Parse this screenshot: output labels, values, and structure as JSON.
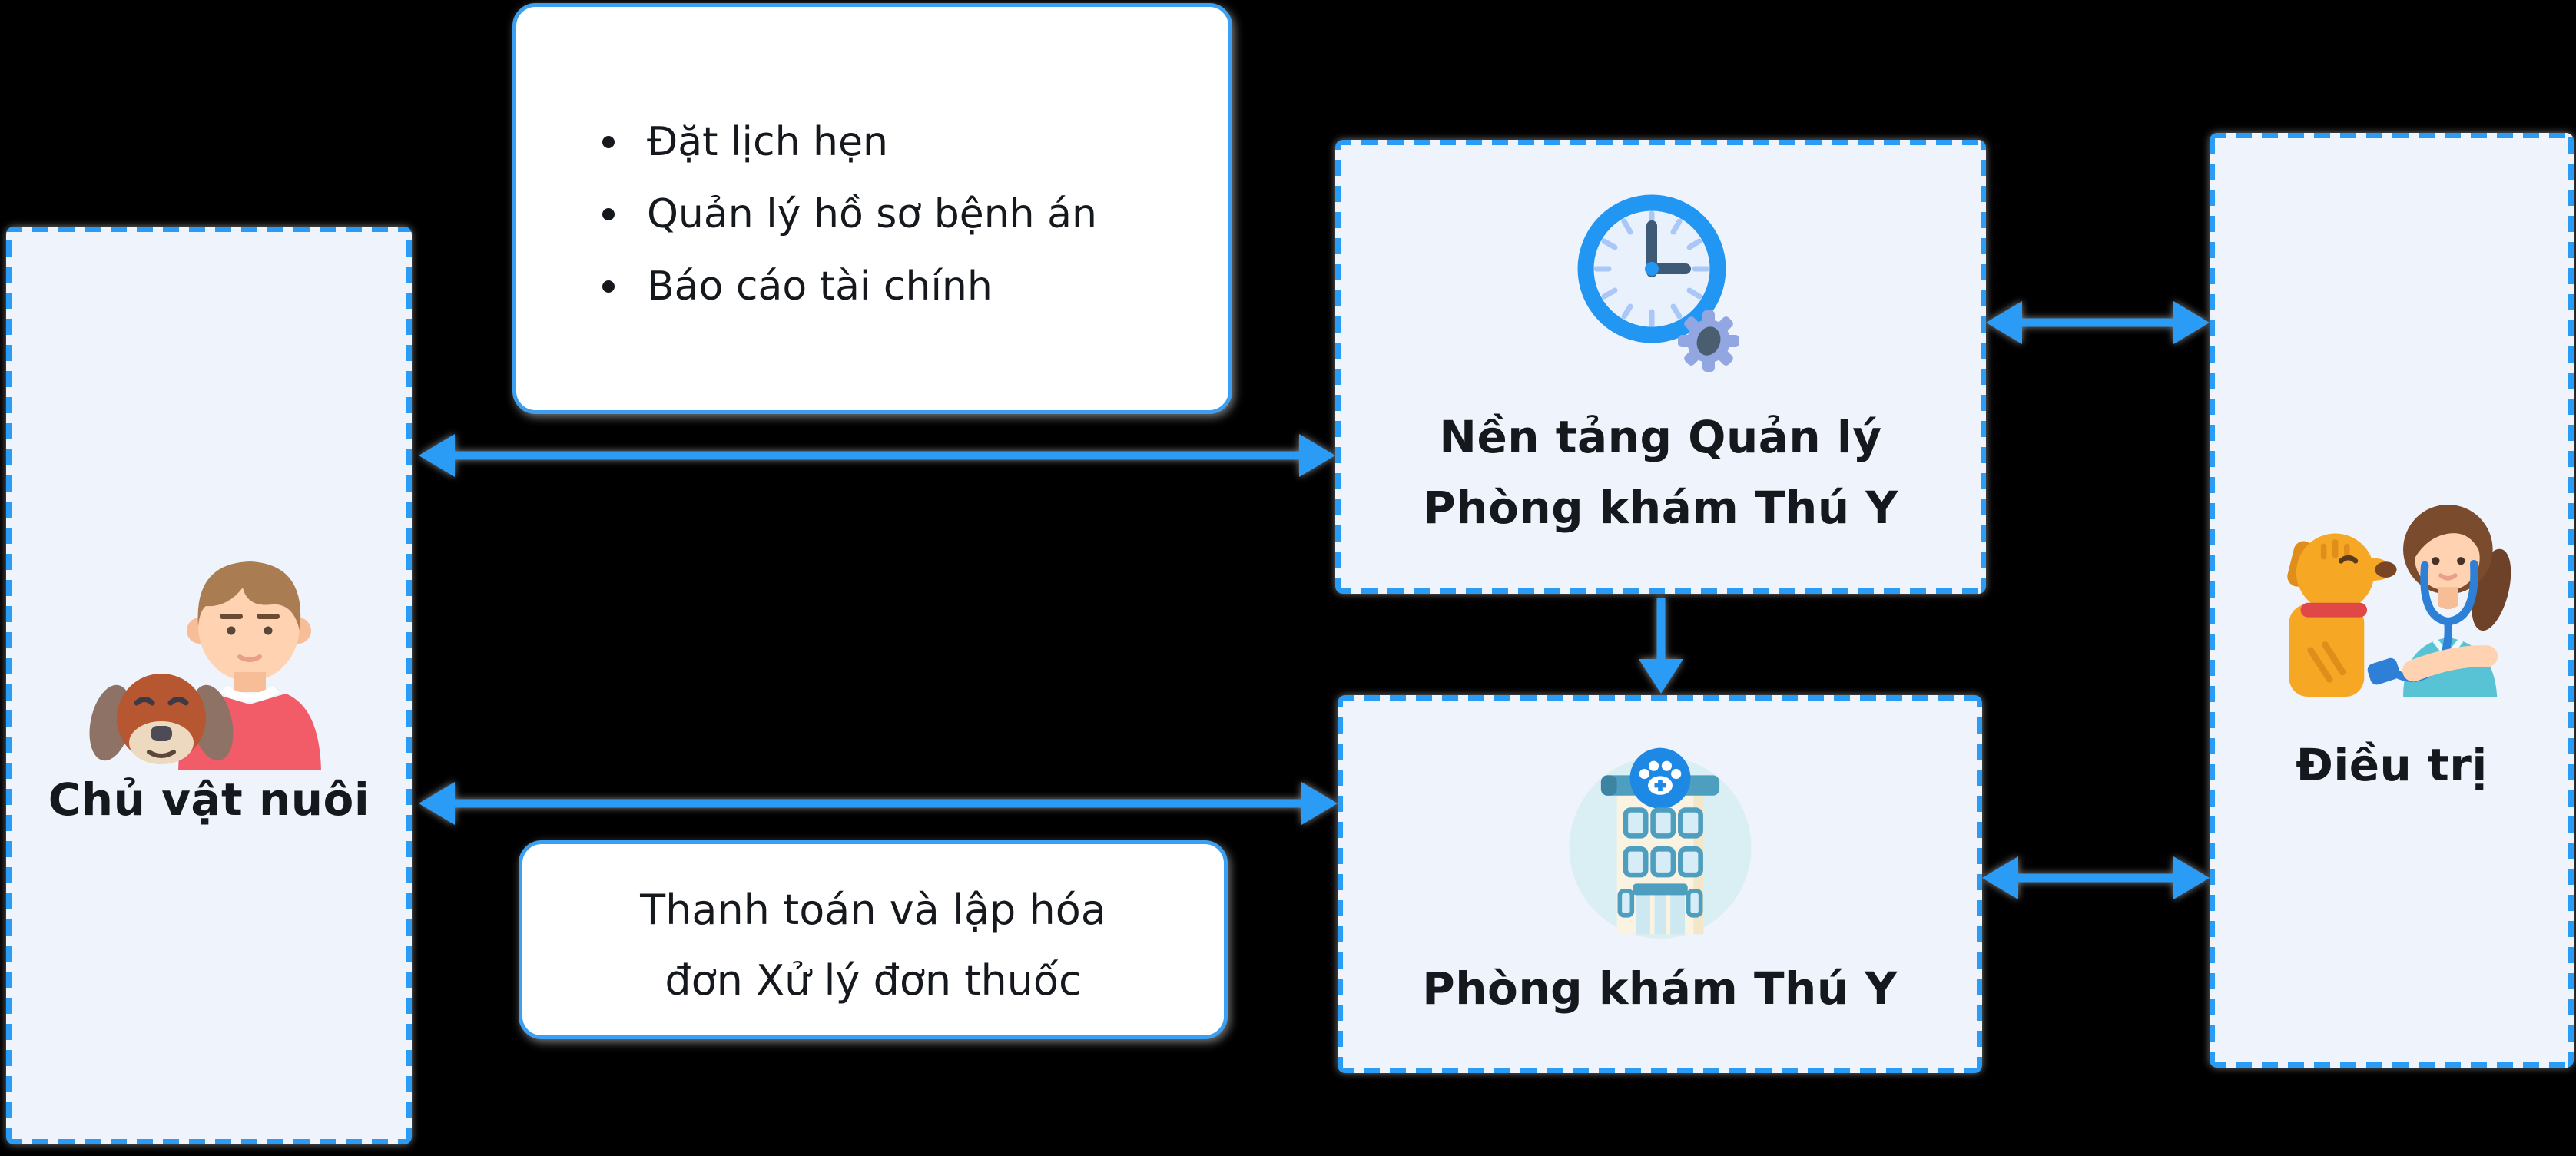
{
  "diagram": {
    "background": "#000000",
    "accent_blue": "#2b9cf5",
    "node_fill": "#eff3fb",
    "callout_fill": "#ffffff",
    "text_color": "#15181d",
    "nodes": {
      "pet_owner": {
        "label": "Chủ vật nuôi",
        "icon": "owner-with-dog-icon"
      },
      "platform": {
        "label_line1": "Nền tảng Quản lý",
        "label_line2": "Phòng khám Thú Y",
        "icon": "clock-gear-icon"
      },
      "clinic": {
        "label": "Phòng khám Thú Y",
        "icon": "clinic-building-icon"
      },
      "treatment": {
        "label": "Điều trị",
        "icon": "vet-with-dog-icon"
      }
    },
    "callouts": {
      "platform_features": {
        "items": [
          "Đặt lịch hẹn",
          "Quản lý hồ sơ bệnh án",
          "Báo cáo tài chính"
        ]
      },
      "billing": {
        "line1": "Thanh toán và lập hóa",
        "line2": "đơn Xử lý đơn thuốc"
      }
    },
    "connections": [
      {
        "from": "pet_owner",
        "to": "platform",
        "type": "double-arrow"
      },
      {
        "from": "pet_owner",
        "to": "clinic",
        "type": "double-arrow"
      },
      {
        "from": "platform",
        "to": "clinic",
        "type": "arrow-down"
      },
      {
        "from": "platform",
        "to": "treatment",
        "type": "double-arrow"
      },
      {
        "from": "clinic",
        "to": "treatment",
        "type": "double-arrow"
      }
    ]
  }
}
